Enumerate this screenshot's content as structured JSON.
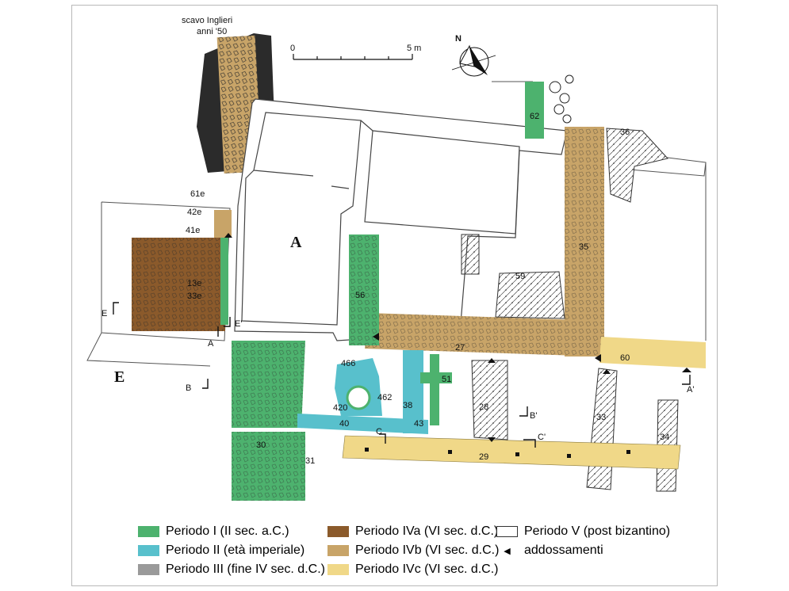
{
  "colors": {
    "periodo_I": "#4db26e",
    "periodo_II": "#58c0cc",
    "periodo_III": "#9a9a9a",
    "periodo_IVa": "#8b5a2b",
    "periodo_IVb": "#c8a468",
    "periodo_IVc": "#f0d888",
    "periodo_V": "#ffffff"
  },
  "header": {
    "excavation_note_line1": "scavo Inglieri",
    "excavation_note_line2": "anni '50",
    "scale_start": "0",
    "scale_end": "5 m",
    "north_label": "N"
  },
  "areas": {
    "area_A": "A",
    "area_E": "E"
  },
  "units": {
    "u62": "62",
    "u36": "36",
    "u35": "35",
    "u59": "59",
    "u56": "56",
    "u27": "27",
    "u60": "60",
    "u466": "466",
    "u462": "462",
    "u51": "51",
    "u420": "420",
    "u40": "40",
    "u38": "38",
    "u43": "43",
    "u28": "28",
    "u33": "33",
    "u34": "34",
    "u30": "30",
    "u31": "31",
    "u29": "29",
    "u61e": "61e",
    "u42e": "42e",
    "u41e": "41e",
    "u13e": "13e",
    "u33e": "33e"
  },
  "sections": {
    "A": "A",
    "A_prime": "A'",
    "B": "B",
    "B_prime": "B'",
    "C": "C",
    "C_prime": "C'",
    "E": "E",
    "E_prime": "E'"
  },
  "legend": [
    {
      "label": "Periodo I (II sec. a.C.)",
      "color": "#4db26e"
    },
    {
      "label": "Periodo II (età imperiale)",
      "color": "#58c0cc"
    },
    {
      "label": "Periodo III (fine IV sec. d.C.)",
      "color": "#9a9a9a"
    },
    {
      "label": "Periodo IVa (VI sec. d.C.)",
      "color": "#8b5a2b"
    },
    {
      "label": "Periodo IVb (VI sec. d.C.)",
      "color": "#c8a468"
    },
    {
      "label": "Periodo IVc (VI sec. d.C.)",
      "color": "#f0d888"
    },
    {
      "label": "Periodo V (post bizantino)",
      "color": "#ffffff"
    },
    {
      "label": "addossamenti",
      "color": "#111111"
    }
  ]
}
